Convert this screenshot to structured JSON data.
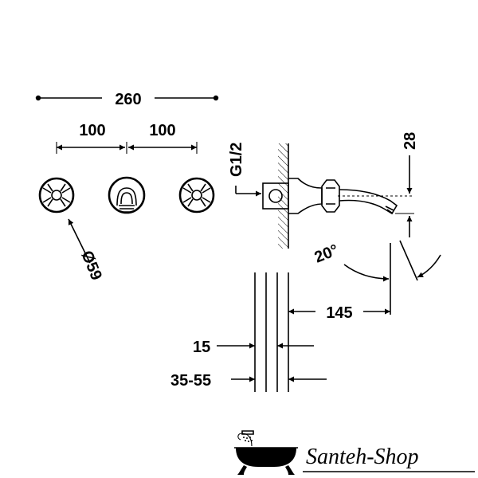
{
  "dimensions": {
    "overall_width": "260",
    "spacing_left": "100",
    "spacing_right": "100",
    "handle_diameter": "Ø59",
    "thread": "G1/2",
    "spout_drop": "28",
    "spout_angle": "20°",
    "spout_projection": "145",
    "plate_thickness": "15",
    "wall_range": "35-55"
  },
  "brand": {
    "name": "Santeh-Shop",
    "icon": "bathtub-shower-icon"
  },
  "colors": {
    "ink": "#000000",
    "background": "#ffffff"
  }
}
